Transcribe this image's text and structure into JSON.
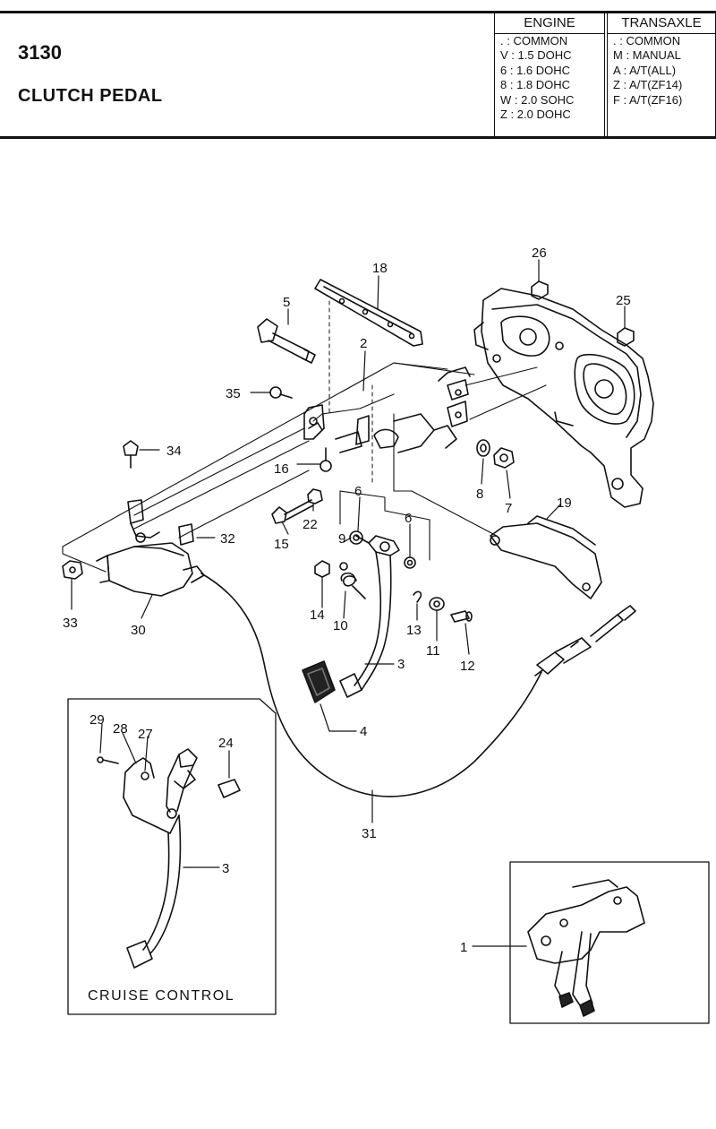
{
  "header": {
    "code": "3130",
    "title": "CLUTCH PEDAL",
    "engine": {
      "heading": "ENGINE",
      "rows": [
        ". : COMMON",
        "V : 1.5 DOHC",
        "6 : 1.6 DOHC",
        "8 : 1.8 DOHC",
        "W : 2.0 SOHC",
        "Z : 2.0 DOHC"
      ]
    },
    "transaxle": {
      "heading": "TRANSAXLE",
      "rows": [
        ". : COMMON",
        "M : MANUAL",
        "A : A/T(ALL)",
        "Z : A/T(ZF14)",
        "F : A/T(ZF16)"
      ]
    }
  },
  "callouts": {
    "c1": "1",
    "c2": "2",
    "c3a": "3",
    "c3b": "3",
    "c4": "4",
    "c5": "5",
    "c6a": "6",
    "c6b": "6",
    "c7": "7",
    "c8": "8",
    "c9": "9",
    "c10": "10",
    "c11": "11",
    "c12": "12",
    "c13": "13",
    "c14": "14",
    "c15": "15",
    "c16": "16",
    "c18": "18",
    "c19": "19",
    "c22": "22",
    "c24": "24",
    "c25": "25",
    "c26": "26",
    "c27": "27",
    "c28": "28",
    "c29": "29",
    "c30": "30",
    "c31": "31",
    "c32": "32",
    "c33": "33",
    "c34": "34",
    "c35": "35"
  },
  "inset": {
    "label": "CRUISE CONTROL"
  }
}
